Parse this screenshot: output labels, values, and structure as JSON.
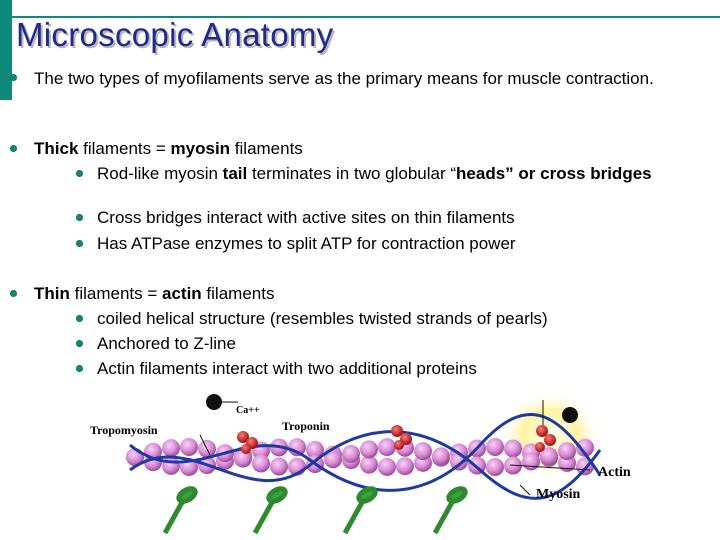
{
  "slide": {
    "title": "Microscopic Anatomy",
    "intro": "The two types of myofilaments serve as the primary means for muscle contraction.",
    "thick": {
      "lead_a": "Thick",
      "lead_b": " filaments = ",
      "lead_c": "myosin",
      "lead_d": " filaments",
      "sub1_a": "Rod-like myosin ",
      "sub1_b": "tail",
      "sub1_c": " terminates in two globular “",
      "sub1_d": "heads” or cross bridges",
      "sub2": "Cross bridges interact with active sites on thin filaments",
      "sub3": "Has ATPase enzymes to split ATP for contraction power"
    },
    "thin": {
      "lead_a": "Thin",
      "lead_b": " filaments = ",
      "lead_c": "actin",
      "lead_d": " filaments",
      "sub1": "coiled helical structure (resembles twisted strands of pearls)",
      "sub2": "Anchored to Z-line",
      "sub3": "Actin filaments interact with two additional proteins"
    }
  },
  "figure": {
    "labels": {
      "tropomyosin": "Tropomyosin",
      "troponin": "Troponin",
      "calcium": "Ca++",
      "actin": "Actin",
      "myosin": "Myosin"
    },
    "colors": {
      "accent": "#0f8a7a",
      "title": "#1f2a8c",
      "actin_bead": "#d98ad6",
      "troponin": "#c81e1e",
      "myosin_head": "#2f8a2f",
      "tropomyosin_strand": "#1e3aa0"
    }
  }
}
